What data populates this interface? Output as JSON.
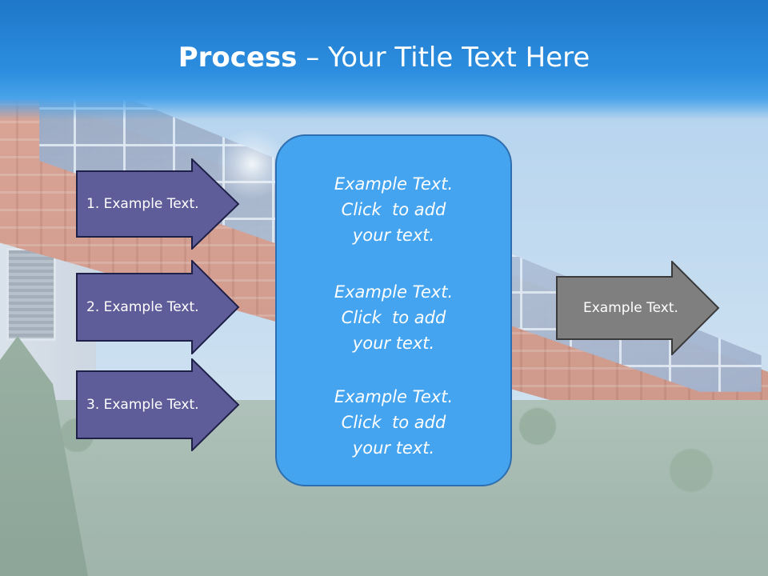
{
  "slide": {
    "title_bold": "Process",
    "title_rest": " – Your Title Text Here"
  },
  "inputs": [
    {
      "label": "1. Example Text."
    },
    {
      "label": "2. Example Text."
    },
    {
      "label": "3. Example Text."
    }
  ],
  "center_box": {
    "items": [
      {
        "lines": [
          "Example Text.",
          "Click  to add",
          "your text."
        ]
      },
      {
        "lines": [
          "Example Text.",
          "Click  to add",
          "your text."
        ]
      },
      {
        "lines": [
          "Example Text.",
          "Click  to add",
          "your text."
        ]
      }
    ]
  },
  "output": {
    "label": "Example Text."
  },
  "colors": {
    "input_arrow_fill": "#5f5d99",
    "input_arrow_stroke": "#1e2048",
    "output_arrow_fill": "#7f7f7f",
    "output_arrow_stroke": "#3a3a3a",
    "center_fill": "#45a4ef",
    "title_bar": "#2c8ee0"
  }
}
